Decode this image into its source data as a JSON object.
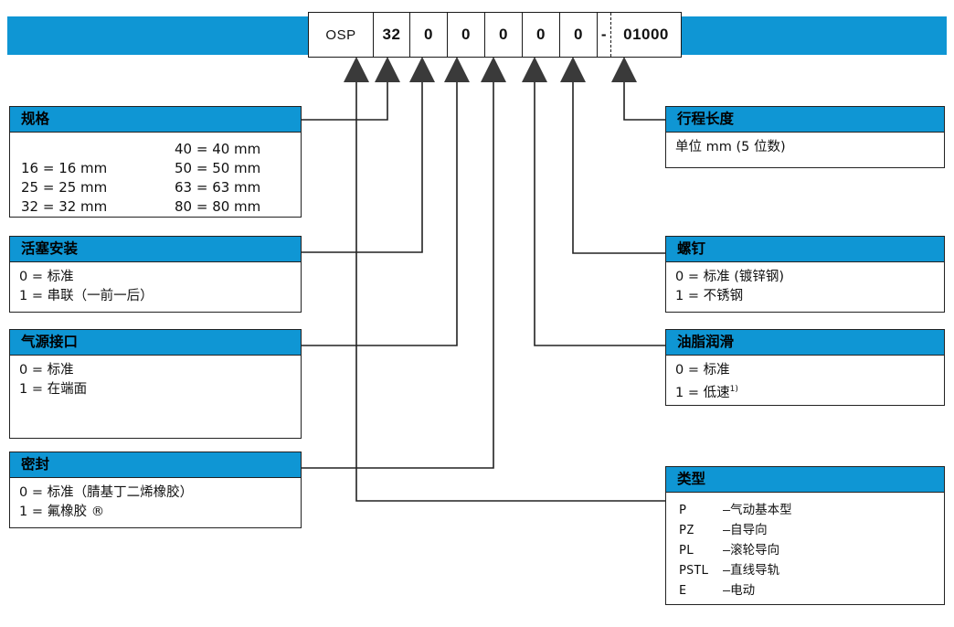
{
  "code": {
    "segments": [
      {
        "name": "series",
        "value": "OSP"
      },
      {
        "name": "bore-size",
        "value": "32"
      },
      {
        "name": "piston-mounting",
        "value": "0"
      },
      {
        "name": "port-connection",
        "value": "0"
      },
      {
        "name": "seal",
        "value": "0"
      },
      {
        "name": "grease-lubrication",
        "value": "0"
      },
      {
        "name": "screw",
        "value": "0"
      },
      {
        "name": "separator",
        "value": "-"
      },
      {
        "name": "stroke-length",
        "value": "01000"
      }
    ]
  },
  "boxes": {
    "spec": {
      "title": "规格",
      "left_lines": [
        "16 = 16 mm",
        "25 = 25 mm",
        "32 = 32 mm"
      ],
      "right_lines": [
        "40 = 40 mm",
        "50 = 50 mm",
        "63 = 63 mm",
        "80 = 80 mm"
      ]
    },
    "piston_mounting": {
      "title": "活塞安装",
      "lines": [
        "0 = 标准",
        "1 = 串联（一前一后）"
      ]
    },
    "air_port": {
      "title": "气源接口",
      "lines": [
        "0 = 标准",
        "1 = 在端面"
      ]
    },
    "seal": {
      "title": "密封",
      "lines": [
        "0 = 标准（腈基丁二烯橡胶）",
        "1 = 氟橡胶 ®"
      ]
    },
    "stroke": {
      "title": "行程长度",
      "lines": [
        "单位 mm (5 位数)"
      ]
    },
    "screw": {
      "title": "螺钉",
      "lines": [
        "0 = 标准 (镀锌钢)",
        "1 = 不锈钢"
      ]
    },
    "grease": {
      "title": "油脂润滑",
      "lines": [
        "0 = 标准"
      ],
      "line_low_speed_prefix": "1 = 低速",
      "line_low_speed_sup": "1)"
    },
    "type": {
      "title": "类型",
      "rows": [
        {
          "key": "P",
          "desc": "–气动基本型"
        },
        {
          "key": "PZ",
          "desc": "–自导向"
        },
        {
          "key": "PL",
          "desc": "–滚轮导向"
        },
        {
          "key": "PSTL",
          "desc": "–直线导轨"
        },
        {
          "key": "E",
          "desc": "–电动"
        }
      ]
    }
  },
  "colors": {
    "accent_blue": "#0f96d4",
    "line": "#222222",
    "text": "#111111"
  }
}
